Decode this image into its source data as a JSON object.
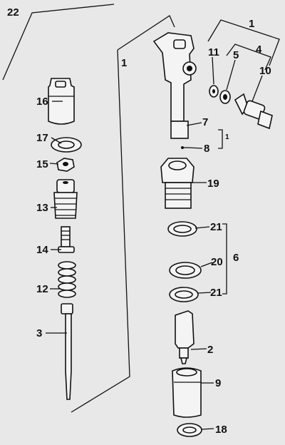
{
  "callouts": {
    "c22": "22",
    "c1_left": "1",
    "c1_top": "1",
    "c11": "11",
    "c5": "5",
    "c4": "4",
    "c10": "10",
    "c16": "16",
    "c7": "7",
    "c17": "17",
    "c8": "8",
    "c1_small": "1",
    "c15": "15",
    "c19": "19",
    "c13": "13",
    "c21_top": "21",
    "c14": "14",
    "c20": "20",
    "c6": "6",
    "c12": "12",
    "c21_bottom": "21",
    "c3": "3",
    "c2": "2",
    "c9": "9",
    "c18": "18"
  }
}
